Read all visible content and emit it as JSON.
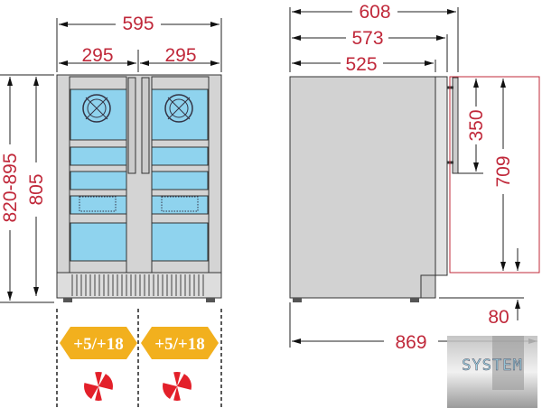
{
  "front_view": {
    "width_total": "595",
    "width_left_door": "295",
    "width_right_door": "295",
    "height_adjustable": "820-895",
    "height_body": "805"
  },
  "side_view": {
    "depth_with_handle": "608",
    "depth_with_door": "573",
    "depth_body": "525",
    "handle_length": "350",
    "door_opening_height": "709",
    "base_clearance": "80",
    "open_door_depth": "869"
  },
  "zones": [
    {
      "temperature_range": "+5/+18",
      "icon": "fan-cooling-icon"
    },
    {
      "temperature_range": "+5/+18",
      "icon": "fan-cooling-icon"
    }
  ],
  "logo": {
    "text": "SYSTEM"
  },
  "colors": {
    "dimension": "#c0283a",
    "glass": "#8fd3ee",
    "badge": "#f2b01e",
    "fan": "#e3202a"
  }
}
